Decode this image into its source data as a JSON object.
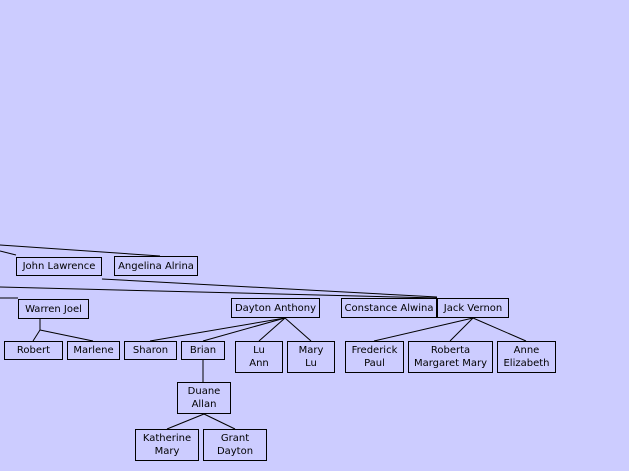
{
  "people": {
    "john_lawrence": [
      "John Lawrence"
    ],
    "angelina_alrina": [
      "Angelina Alrina"
    ],
    "warren_joel": [
      "Warren Joel"
    ],
    "dayton_anthony": [
      "Dayton Anthony"
    ],
    "constance_alwina": [
      "Constance Alwina"
    ],
    "jack_vernon": [
      "Jack Vernon"
    ],
    "robert": [
      "Robert"
    ],
    "marlene": [
      "Marlene"
    ],
    "sharon": [
      "Sharon"
    ],
    "brian": [
      "Brian"
    ],
    "lu_ann": [
      "Lu",
      "Ann"
    ],
    "mary_lu": [
      "Mary",
      "Lu"
    ],
    "frederick_paul": [
      "Frederick",
      "Paul"
    ],
    "roberta_margaret_mary": [
      "Roberta",
      "Margaret Mary"
    ],
    "anne_elizabeth": [
      "Anne",
      "Elizabeth"
    ],
    "duane_allan": [
      "Duane",
      "Allan"
    ],
    "katherine_mary": [
      "Katherine",
      "Mary"
    ],
    "grant_dayton": [
      "Grant",
      "Dayton"
    ]
  },
  "colors": {
    "background": "#ccccff",
    "node_border": "#000000",
    "line": "#000000"
  }
}
